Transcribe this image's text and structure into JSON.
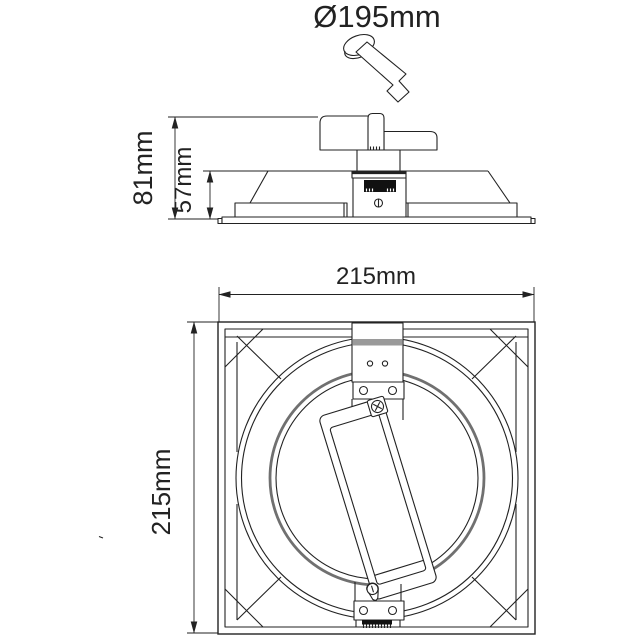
{
  "colors": {
    "line": "#222222",
    "band-gray": "#9a9a9a",
    "ring-gray": "#707070",
    "paper": "#ffffff"
  },
  "dimensions": {
    "cutout_diameter": "Ø195mm",
    "overall_height": "81mm",
    "recess_depth": "57mm",
    "frame_width": "215mm",
    "frame_height": "215mm"
  }
}
